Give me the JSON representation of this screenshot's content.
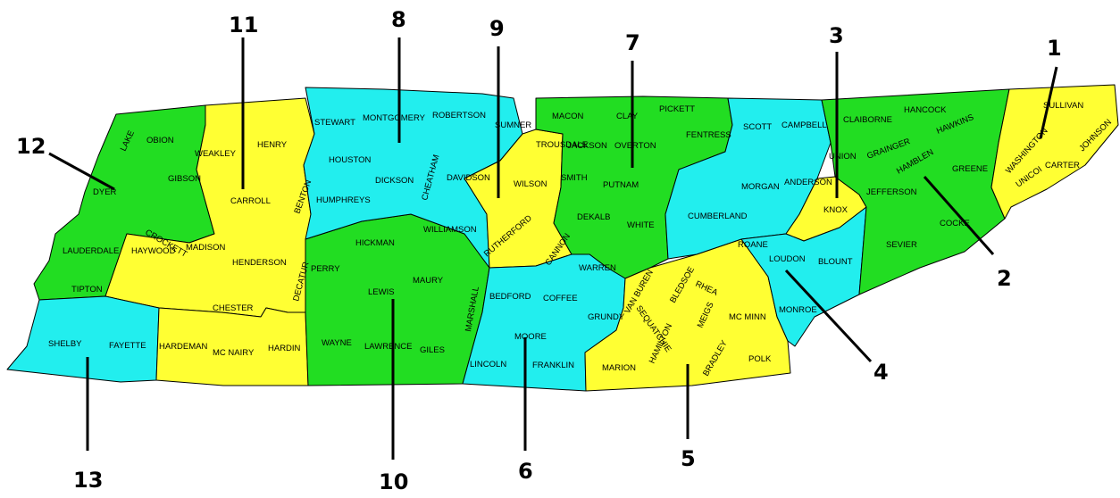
{
  "colors": {
    "green": "#22dd22",
    "yellow": "#ffff33",
    "cyan": "#22eeee",
    "border": "#000000"
  },
  "districts": {
    "d1": "1",
    "d2": "2",
    "d3": "3",
    "d4": "4",
    "d5": "5",
    "d6": "6",
    "d7": "7",
    "d8": "8",
    "d9": "9",
    "d10": "10",
    "d11": "11",
    "d12": "12",
    "d13": "13"
  },
  "counties": {
    "lake": "LAKE",
    "obion": "OBION",
    "weakley": "WEAKLEY",
    "henry": "HENRY",
    "stewart": "STEWART",
    "montgomery": "MONTGOMERY",
    "robertson": "ROBERTSON",
    "sumner": "SUMNER",
    "macon": "MACON",
    "clay": "CLAY",
    "pickett": "PICKETT",
    "scott": "SCOTT",
    "campbell": "CAMPBELL",
    "claiborne": "CLAIBORNE",
    "hancock": "HANCOCK",
    "hawkins": "HAWKINS",
    "sullivan": "SULLIVAN",
    "johnson": "JOHNSON",
    "dyer": "DYER",
    "gibson": "GIBSON",
    "carroll": "CARROLL",
    "benton": "BENTON",
    "houston": "HOUSTON",
    "dickson": "DICKSON",
    "cheatham": "CHEATHAM",
    "humphreys": "HUMPHREYS",
    "davidson": "DAVIDSON",
    "trousdale": "TROUSDALE",
    "wilson": "WILSON",
    "jackson": "JACKSON",
    "overton": "OVERTON",
    "fentress": "FENTRESS",
    "smith": "SMITH",
    "putnam": "PUTNAM",
    "union": "UNION",
    "grainger": "GRAINGER",
    "hamblen": "HAMBLEN",
    "washington": "WASHINGTON",
    "carter": "CARTER",
    "unicoi": "UNICOI",
    "greene": "GREENE",
    "jefferson": "JEFFERSON",
    "morgan": "MORGAN",
    "anderson": "ANDERSON",
    "knox": "KNOX",
    "cumberland": "CUMBERLAND",
    "dekalb": "DEKALB",
    "white": "WHITE",
    "crockett": "CROCKETT",
    "lauderdale": "LAUDERDALE",
    "haywood": "HAYWOOD",
    "madison": "MADISON",
    "henderson": "HENDERSON",
    "decatur": "DECATUR",
    "hickman": "HICKMAN",
    "williamson": "WILLIAMSON",
    "rutherford": "RUTHERFORD",
    "cannon": "CANNON",
    "warren": "WARREN",
    "roane": "ROANE",
    "loudon": "LOUDON",
    "blount": "BLOUNT",
    "sevier": "SEVIER",
    "cocke": "COCKE",
    "tipton": "TIPTON",
    "perry": "PERRY",
    "lewis": "LEWIS",
    "maury": "MAURY",
    "marshall": "MARSHALL",
    "bedford": "BEDFORD",
    "coffee": "COFFEE",
    "grundy": "GRUNDY",
    "van_buren": "VAN BUREN",
    "bledsoe": "BLEDSOE",
    "rhea": "RHEA",
    "sequatchie": "SEQUATCHIE",
    "meigs": "MEIGS",
    "mc_minn": "MC MINN",
    "monroe": "MONROE",
    "chester": "CHESTER",
    "shelby": "SHELBY",
    "fayette": "FAYETTE",
    "hardeman": "HARDEMAN",
    "mc_nairy": "MC NAIRY",
    "hardin": "HARDIN",
    "wayne": "WAYNE",
    "lawrence": "LAWRENCE",
    "giles": "GILES",
    "moore": "MOORE",
    "lincoln": "LINCOLN",
    "franklin": "FRANKLIN",
    "marion": "MARION",
    "hamilton": "HAMILTON",
    "bradley": "BRADLEY",
    "polk": "POLK"
  }
}
